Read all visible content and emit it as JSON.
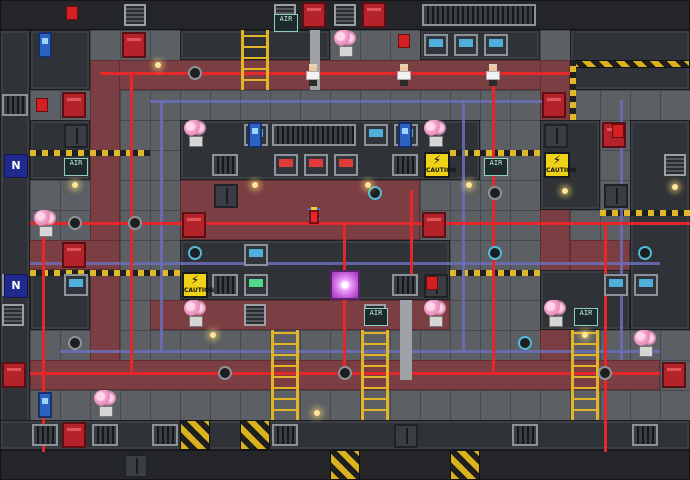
{
  "scene": {
    "air_label": "AIR",
    "caution_label": "CAUTION",
    "nt_label": "N",
    "colors": {
      "floor": "#5c5f63",
      "wall": "#2f3236",
      "red_floor": "#7b3e43",
      "red_pipe": "#e3272b",
      "blue_pipe": "#6b6fb8",
      "hazard_yellow": "#e0b92a"
    },
    "icons": [
      "air-vent-icon",
      "scrubber-icon",
      "caution-sign-icon",
      "nanotrasen-logo-icon",
      "potted-plant-icon",
      "fire-alarm-icon",
      "airlock-icon",
      "ladder-icon",
      "teleporter-icon",
      "crew-member-icon",
      "player-character-icon"
    ]
  }
}
